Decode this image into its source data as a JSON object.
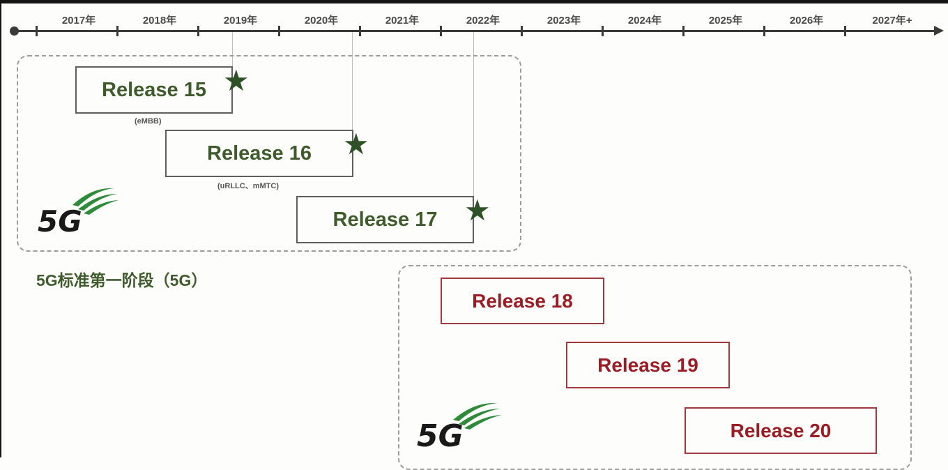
{
  "timeline": {
    "years": [
      "2017年",
      "2018年",
      "2019年",
      "2020年",
      "2021年",
      "2022年",
      "2023年",
      "2024年",
      "2025年",
      "2026年",
      "2027年+"
    ]
  },
  "phase1": {
    "title": "5G标准第一阶段（5G）",
    "logo_text": "5G",
    "releases": [
      {
        "label": "Release 15",
        "note": "(eMBB)"
      },
      {
        "label": "Release 16",
        "note": "(uRLLC、mMTC)"
      },
      {
        "label": "Release 17",
        "note": ""
      }
    ]
  },
  "phase2": {
    "logo_text": "5G",
    "releases": [
      {
        "label": "Release 18"
      },
      {
        "label": "Release 19"
      },
      {
        "label": "Release 20"
      }
    ]
  },
  "colors": {
    "phase1_text": "#3f5b2c",
    "phase2_text": "#9b1c24",
    "star": "#2f5127",
    "logo_swoosh": "#2e8b3a"
  },
  "icons": {
    "milestone": "star-icon",
    "logo": "5g-logo-icon"
  }
}
